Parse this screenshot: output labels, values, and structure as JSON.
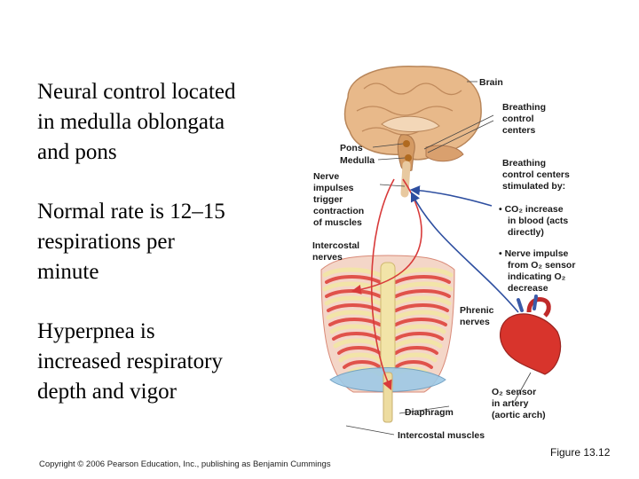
{
  "bullets": [
    {
      "lines": [
        "Neural control located",
        "in medulla oblongata",
        "and pons"
      ]
    },
    {
      "lines": [
        "Normal rate is 12–15",
        "respirations per",
        "minute"
      ]
    },
    {
      "lines": [
        "Hyperpnea is",
        "increased respiratory",
        "depth and vigor"
      ]
    }
  ],
  "figure": {
    "labels": {
      "brain": "Brain",
      "breathing_centers": [
        "Breathing",
        "control",
        "centers"
      ],
      "pons": "Pons",
      "medulla": "Medulla",
      "nerve_impulses": [
        "Nerve",
        "impulses",
        "trigger",
        "contraction",
        "of muscles"
      ],
      "stimulated_by": [
        "Breathing",
        "control centers",
        "stimulated by:"
      ],
      "co2_increase": [
        "• CO₂ increase",
        "in blood (acts",
        "directly)"
      ],
      "nerve_impulse_sensor": [
        "• Nerve impulse",
        "from O₂ sensor",
        "indicating O₂",
        "decrease"
      ],
      "intercostal_nerves": [
        "Intercostal",
        "nerves"
      ],
      "phrenic_nerves": [
        "Phrenic",
        "nerves"
      ],
      "o2_sensor": [
        "O₂ sensor",
        "in artery",
        "(aortic arch)"
      ],
      "diaphragm": "Diaphragm",
      "intercostal_muscles": "Intercostal muscles"
    },
    "colors": {
      "brain": "#e8b98a",
      "muscle": "#e0524a",
      "bone": "#f2e4a8",
      "heart": "#d8342c",
      "nerve_red": "#d83a3a",
      "nerve_blue": "#2e4fa0"
    }
  },
  "footer": {
    "copyright": "Copyright © 2006 Pearson Education, Inc., publishing as Benjamin Cummings",
    "figure_ref": "Figure 13.12"
  }
}
